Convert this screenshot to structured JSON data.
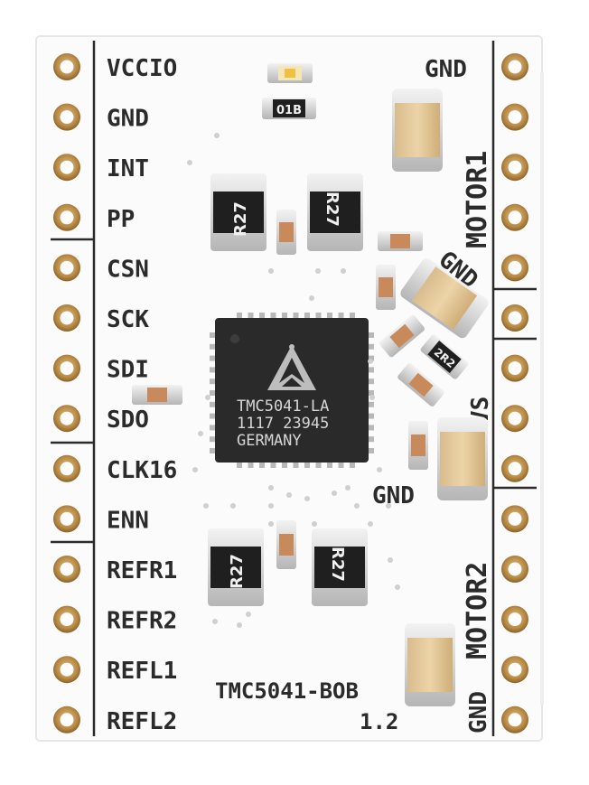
{
  "board": {
    "name": "TMC5041-BOB",
    "version": "1.2",
    "colors": {
      "pcb": "#fbfbfb",
      "silkscreen": "#2b2b2b",
      "gold": "#c9a062",
      "chip": "#2a2a2a",
      "capacitor": "#e2c79a"
    }
  },
  "left_pins": [
    "VCCIO",
    "GND",
    "INT",
    "PP",
    "CSN",
    "SCK",
    "SDI",
    "SDO",
    "CLK16",
    "ENN",
    "REFR1",
    "REFR2",
    "REFL1",
    "REFL2"
  ],
  "right_labels": {
    "gnd_top": "GND",
    "motor1": "MOTOR1",
    "gnd_mid": "GND",
    "vs": "VS",
    "gnd_low": "GND",
    "motor2": "MOTOR2",
    "gnd_bottom": "GND"
  },
  "chip": {
    "line1": "TMC5041-LA",
    "line2": "1117 23945",
    "line3": "GERMANY",
    "logo": "trinamic-triangle-logo"
  },
  "resistor_label": "R27",
  "small_labels": {
    "r_top": "01B",
    "r_small": "2R2"
  }
}
